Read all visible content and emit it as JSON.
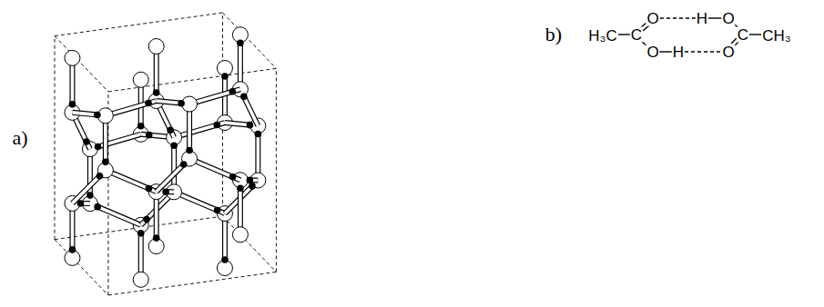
{
  "diagram": {
    "labels": [
      "a)",
      "b)",
      "O",
      "H",
      "O",
      "H₃C",
      "C",
      "C",
      "CH₃",
      "O",
      "H",
      "O"
    ]
  }
}
